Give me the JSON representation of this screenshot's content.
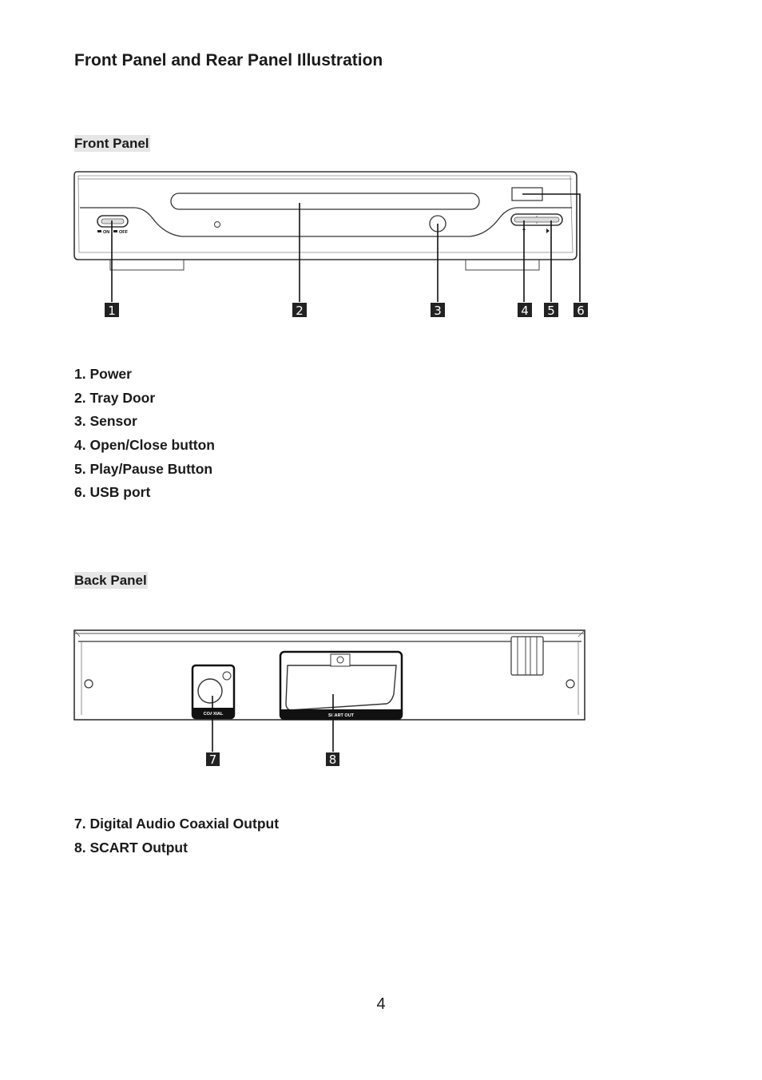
{
  "title": "Front Panel and Rear Panel Illustration",
  "front": {
    "heading": "Front Panel",
    "power_on_label": "ON",
    "power_off_label": "OFF",
    "callouts": [
      "1",
      "2",
      "3",
      "4",
      "5",
      "6"
    ],
    "items": [
      "1. Power",
      "2. Tray Door",
      "3. Sensor",
      "4. Open/Close button",
      "5. Play/Pause Button",
      "6. USB port"
    ]
  },
  "back": {
    "heading": "Back Panel",
    "coaxial_label": "COAXIAL",
    "scart_label": "SCART OUT",
    "callouts": [
      "7",
      "8"
    ],
    "items": [
      "7. Digital Audio Coaxial Output",
      "8. SCART Output"
    ]
  },
  "page_number": "4"
}
